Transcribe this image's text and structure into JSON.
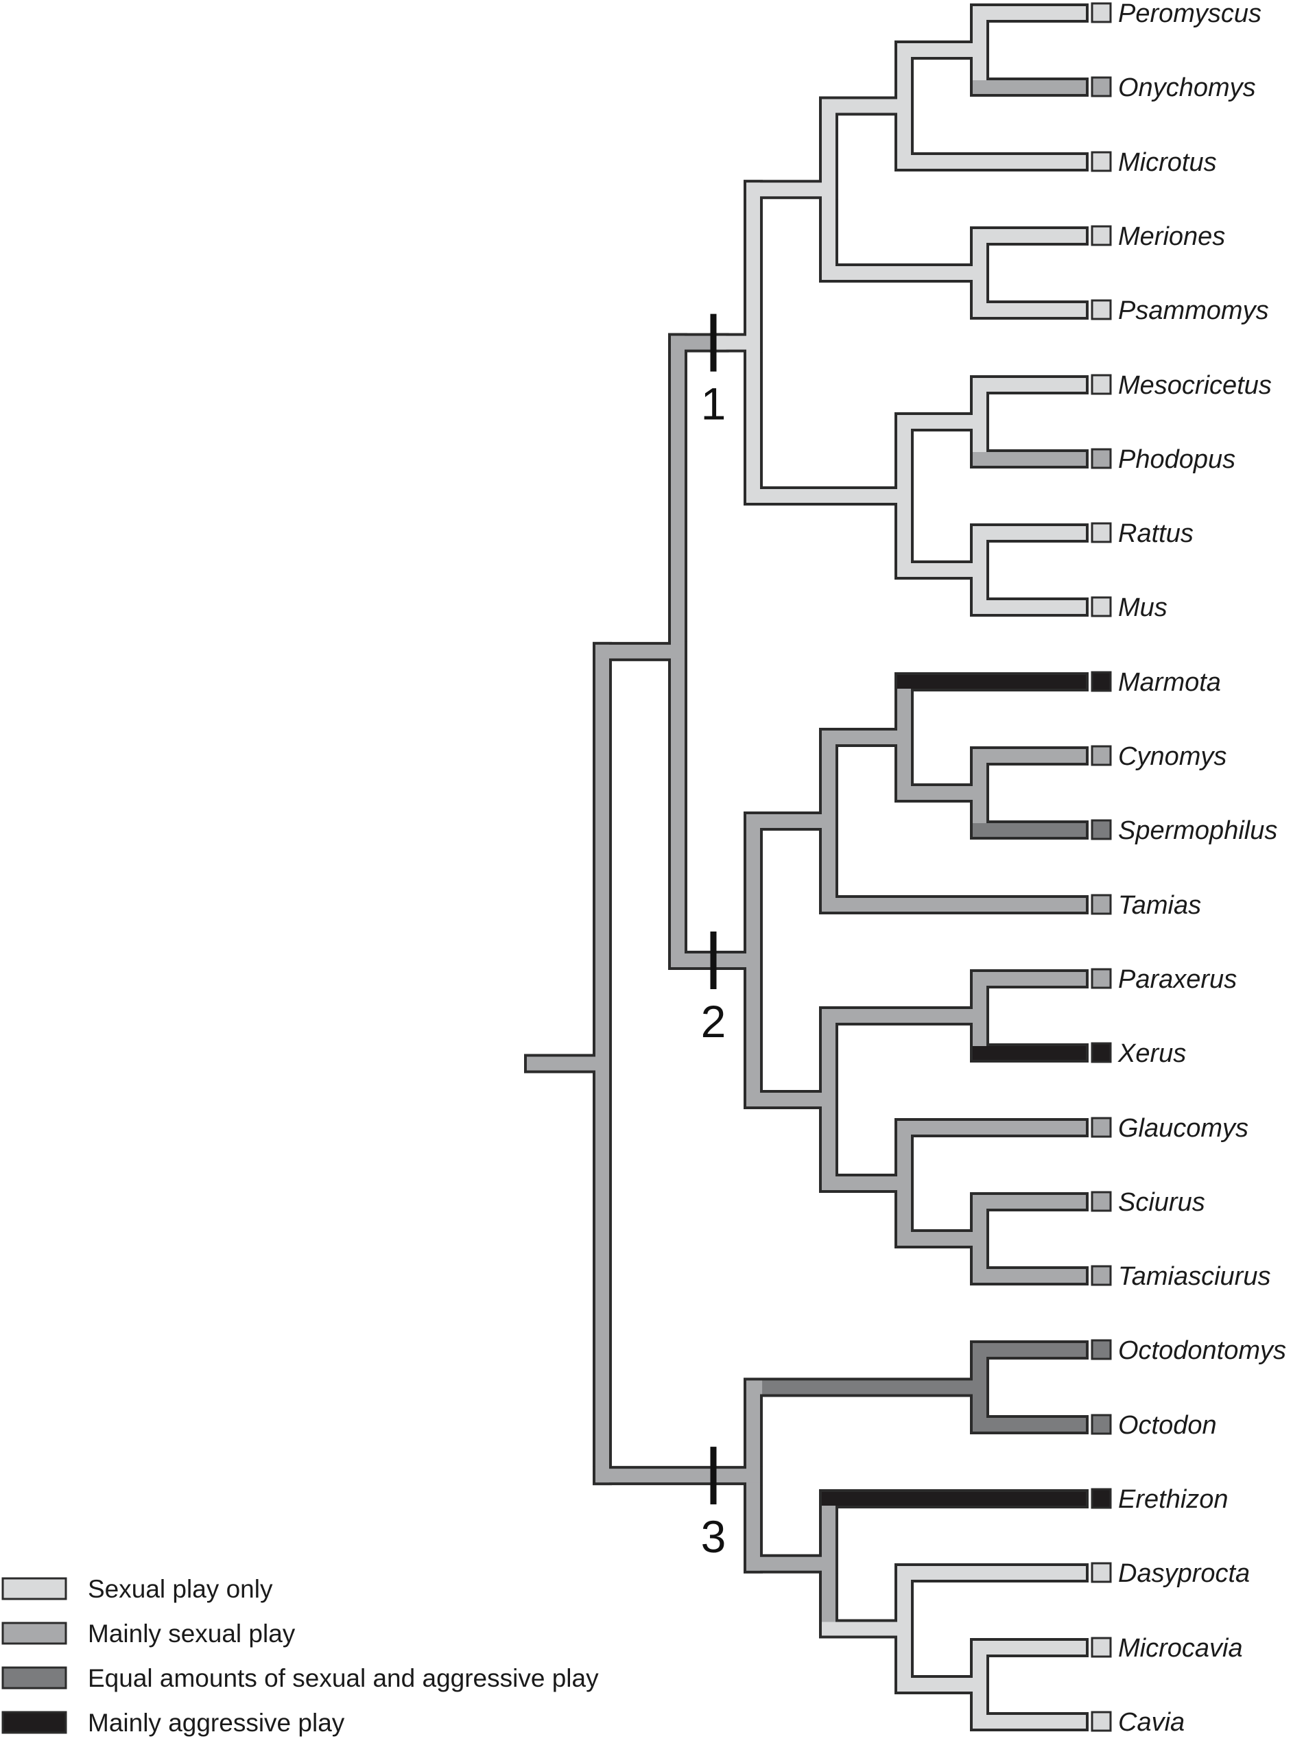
{
  "colors": {
    "outline": "#2b2b2b",
    "sexual_only": "#d9dadb",
    "mainly_sexual": "#a8a9ab",
    "equal": "#7b7c7e",
    "mainly_aggressive": "#1f1c1d"
  },
  "legend": [
    {
      "label": "Sexual play only",
      "state": "sexual_only"
    },
    {
      "label": "Mainly sexual play",
      "state": "mainly_sexual"
    },
    {
      "label": "Equal amounts of sexual and aggressive play",
      "state": "equal"
    },
    {
      "label": "Mainly aggressive play",
      "state": "mainly_aggressive"
    }
  ],
  "markers": [
    {
      "label": "1"
    },
    {
      "label": "2"
    },
    {
      "label": "3"
    }
  ],
  "taxa": [
    {
      "name": "Peromyscus",
      "state": "sexual_only"
    },
    {
      "name": "Onychomys",
      "state": "mainly_sexual"
    },
    {
      "name": "Microtus",
      "state": "sexual_only"
    },
    {
      "name": "Meriones",
      "state": "sexual_only"
    },
    {
      "name": "Psammomys",
      "state": "sexual_only"
    },
    {
      "name": "Mesocricetus",
      "state": "sexual_only"
    },
    {
      "name": "Phodopus",
      "state": "mainly_sexual"
    },
    {
      "name": "Rattus",
      "state": "sexual_only"
    },
    {
      "name": "Mus",
      "state": "sexual_only"
    },
    {
      "name": "Marmota",
      "state": "mainly_aggressive"
    },
    {
      "name": "Cynomys",
      "state": "mainly_sexual"
    },
    {
      "name": "Spermophilus",
      "state": "equal"
    },
    {
      "name": "Tamias",
      "state": "mainly_sexual"
    },
    {
      "name": "Paraxerus",
      "state": "mainly_sexual"
    },
    {
      "name": "Xerus",
      "state": "mainly_aggressive"
    },
    {
      "name": "Glaucomys",
      "state": "mainly_sexual"
    },
    {
      "name": "Sciurus",
      "state": "mainly_sexual"
    },
    {
      "name": "Tamiasciurus",
      "state": "mainly_sexual"
    },
    {
      "name": "Octodontomys",
      "state": "equal"
    },
    {
      "name": "Octodon",
      "state": "equal"
    },
    {
      "name": "Erethizon",
      "state": "mainly_aggressive"
    },
    {
      "name": "Dasyprocta",
      "state": "sexual_only"
    },
    {
      "name": "Microcavia",
      "state": "sexual_only"
    },
    {
      "name": "Cavia",
      "state": "sexual_only"
    }
  ]
}
